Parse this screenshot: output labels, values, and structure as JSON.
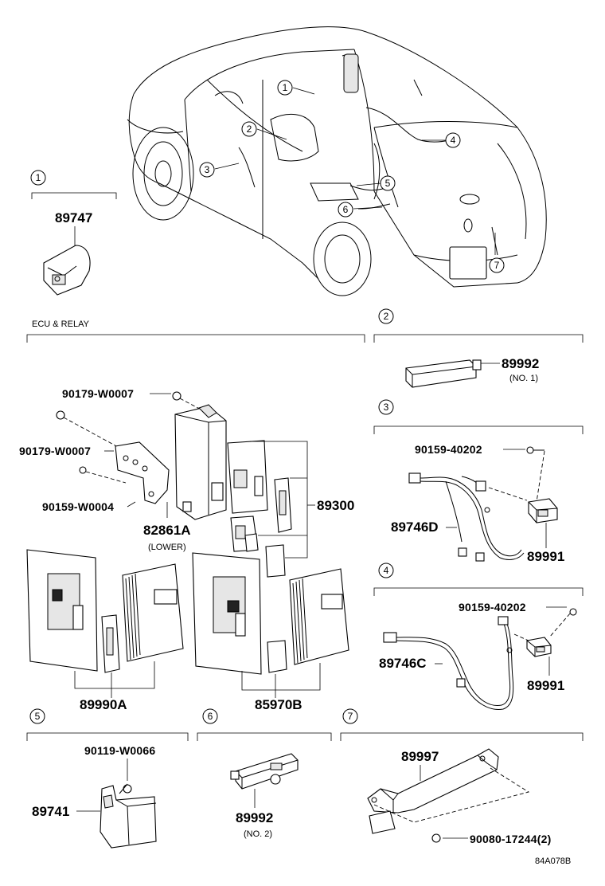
{
  "callouts": [
    "1",
    "2",
    "3",
    "4",
    "5",
    "6",
    "7"
  ],
  "section_ecu": {
    "title": "ECU & RELAY"
  },
  "parts": {
    "p89747": "89747",
    "p89992_no1": "89992",
    "cap_no1": "(NO. 1)",
    "p90159_40202_a": "90159-40202",
    "p89746D": "89746D",
    "p89991_a": "89991",
    "p90159_40202_b": "90159-40202",
    "p89746C": "89746C",
    "p89991_b": "89991",
    "p90179_W0007_a": "90179-W0007",
    "p90179_W0007_b": "90179-W0007",
    "p90159_W0004": "90159-W0004",
    "p82861A": "82861A",
    "cap_lower": "(LOWER)",
    "p89300": "89300",
    "p89990A": "89990A",
    "p85970B": "85970B",
    "p90119_W0066": "90119-W0066",
    "p89741": "89741",
    "p89992_no2": "89992",
    "cap_no2": "(NO. 2)",
    "p89997": "89997",
    "p90080_17244": "90080-17244(2)"
  },
  "footer_code": "84A078B"
}
